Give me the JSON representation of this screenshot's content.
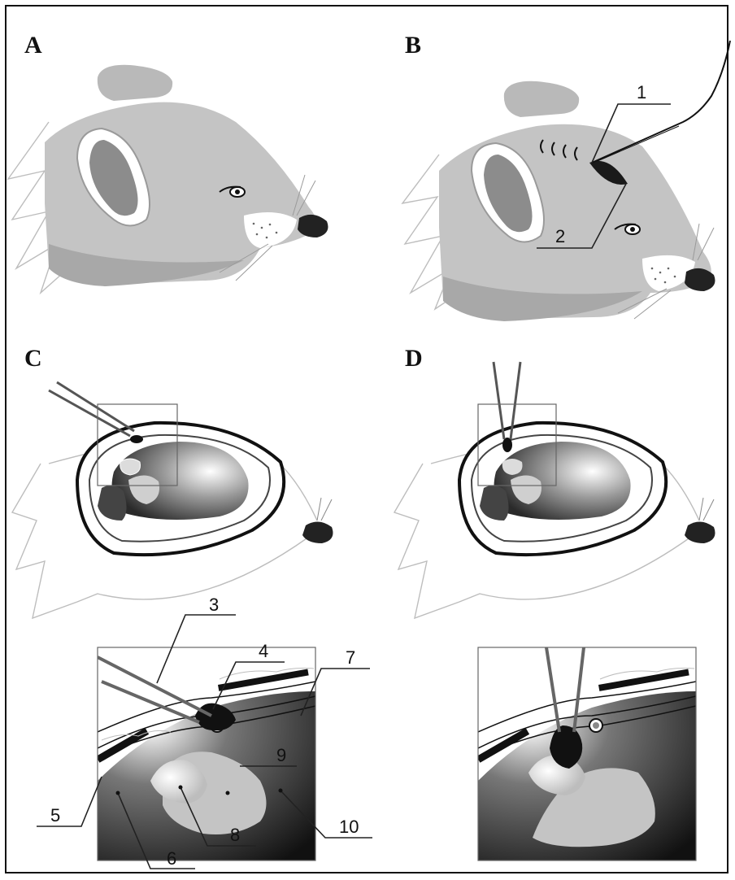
{
  "panels": [
    {
      "id": "A",
      "label": "A"
    },
    {
      "id": "B",
      "label": "B"
    },
    {
      "id": "C",
      "label": "C"
    },
    {
      "id": "D",
      "label": "D"
    }
  ],
  "callouts": {
    "n1": "1",
    "n2": "2",
    "n3": "3",
    "n4": "4",
    "n5": "5",
    "n6": "6",
    "n7": "7",
    "n8": "8",
    "n9": "9",
    "n10": "10"
  },
  "colors": {
    "head": "#c4c4c4",
    "head_dark": "#9a9a9a",
    "nose": "#222222",
    "line": "#111111"
  }
}
